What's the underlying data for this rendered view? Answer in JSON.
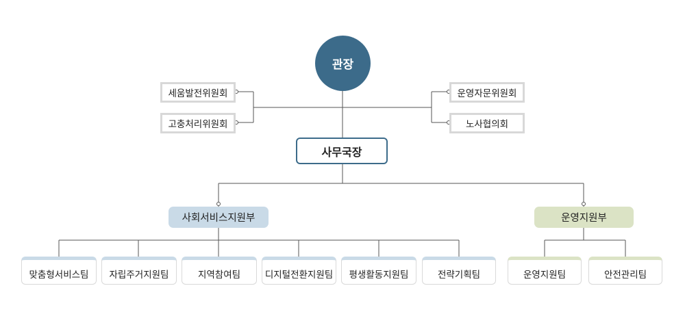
{
  "org": {
    "director": "관장",
    "left_committees": [
      "세움발전위원회",
      "고충처리위원회"
    ],
    "right_committees": [
      "운영자문위원회",
      "노사협의회"
    ],
    "secretary_general": "사무국장",
    "divisions": [
      {
        "name": "사회서비스지원부",
        "color": "#c9dae7",
        "teams": [
          "맞춤형서비스팀",
          "자립주거지원팀",
          "지역참여팀",
          "디지털전환지원팀",
          "평생활동지원팀",
          "전략기획팀"
        ]
      },
      {
        "name": "운영지원부",
        "color": "#dbe3c5",
        "teams": [
          "운영지원팀",
          "안전관리팀"
        ]
      }
    ]
  },
  "colors": {
    "primary": "#3c6b8a",
    "line": "#555555",
    "committee_border": "#d8d8d8"
  }
}
